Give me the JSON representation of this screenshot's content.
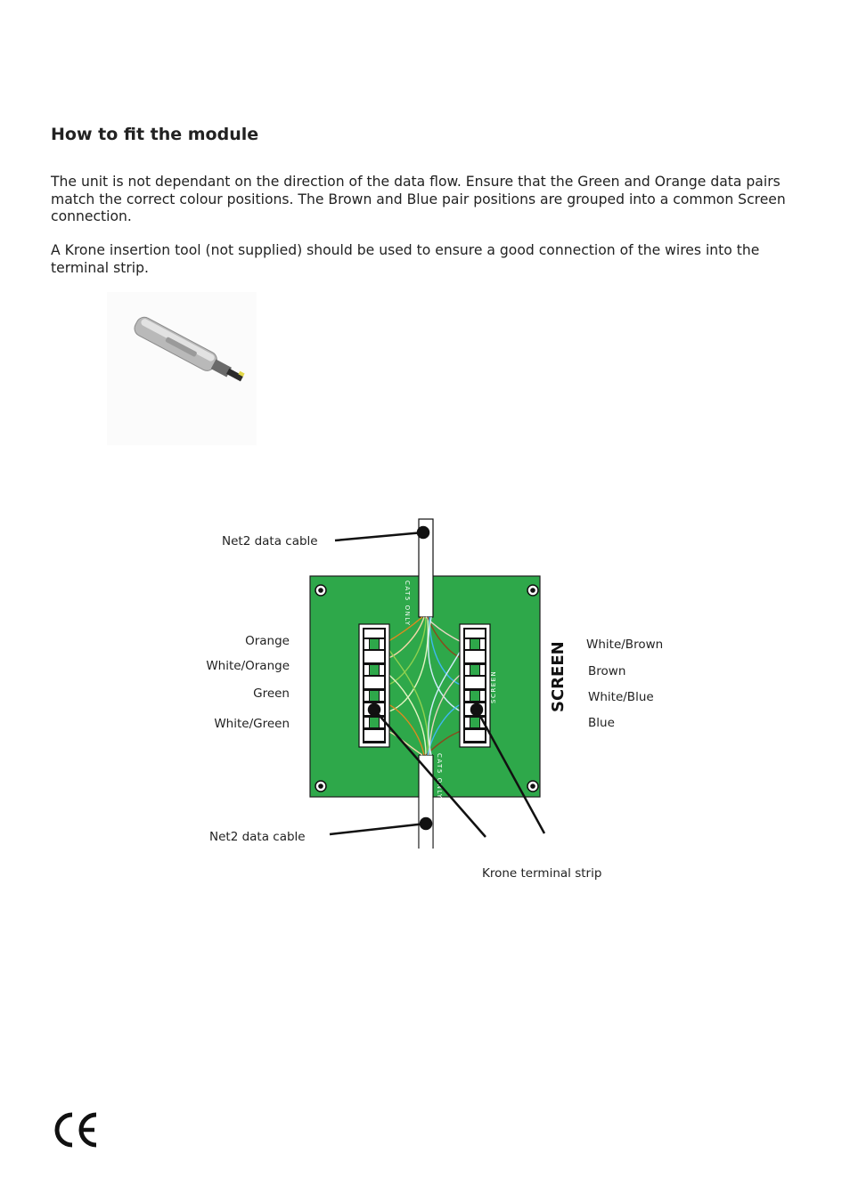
{
  "heading": "How to fit the module",
  "paragraphs": {
    "p1": "The unit is not dependant on the direction of the data flow.  Ensure that the Green and Orange data pairs match the correct colour positions.  The Brown and Blue pair positions are grouped into a common Screen connection.",
    "p2": "A Krone insertion tool (not supplied) should be used to ensure a good connection of the wires into the terminal strip."
  },
  "diagram": {
    "cable_label_top": "Net2 data cable",
    "cable_label_bottom": "Net2 data cable",
    "left_labels": [
      "Orange",
      "White/Orange",
      "Green",
      "White/Green"
    ],
    "right_labels": [
      "White/Brown",
      "Brown",
      "White/Blue",
      "Blue"
    ],
    "screen_label": "SCREEN",
    "board_text_top": "CAT5 ONLY",
    "board_text_bottom": "CAT5 ONLY",
    "board_text_screen": "SCREEN",
    "strip_label": "Krone terminal strip",
    "colors": {
      "board": "#2ea84a",
      "orange": "#e08a1e",
      "white_orange": "#f3d9a8",
      "green": "#8fd14f",
      "white_green": "#e4f5c2",
      "brown": "#8a4a1c",
      "white_brown": "#e9d6c3",
      "blue": "#3fb8f0",
      "white_blue": "#d3eefb"
    }
  },
  "icons": [
    "krone-insertion-tool-icon",
    "ce-mark-icon"
  ]
}
